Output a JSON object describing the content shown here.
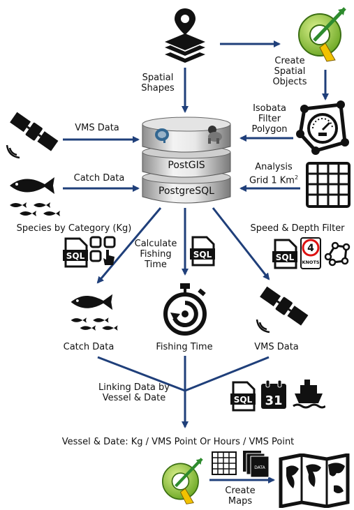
{
  "labels": {
    "spatial_shapes": [
      "Spatial",
      "Shapes"
    ],
    "create_spatial_objects": [
      "Create",
      "Spatial",
      "Objects"
    ],
    "vms_data_in": "VMS Data",
    "isobata_filter": [
      "Isobata",
      "Filter",
      "Polygon"
    ],
    "catch_data_in": "Catch Data",
    "analysis_grid": [
      "Analysis",
      "Grid 1 Km",
      "2"
    ],
    "species_by_category": "Species by Category (Kg)",
    "speed_depth_filter": "Speed & Depth Filter",
    "calculate_fishing_time": [
      "Calculate",
      "Fishing",
      "Time"
    ],
    "catch_data_out": "Catch Data",
    "fishing_time_out": "Fishing Time",
    "vms_data_out": "VMS Data",
    "linking_data": [
      "Linking Data by",
      "Vessel & Date"
    ],
    "result": "Vessel & Date: Kg / VMS Point Or Hours / VMS Point",
    "create_maps": [
      "Create",
      "Maps"
    ]
  },
  "database": {
    "layer_postgis": "PostGIS",
    "layer_postgresql": "PostgreSQL"
  },
  "badges": {
    "sql": "SQL",
    "knots_number": "4",
    "knots_text": "KNOTS",
    "calendar_day": "31",
    "data_doc": "DATA"
  },
  "colors": {
    "arrow": "#1f3f7a",
    "icon": "#111111",
    "qgis_green": "#8dc63f",
    "db_light": "#f2f2f2",
    "db_mid": "#9a9a9a"
  }
}
